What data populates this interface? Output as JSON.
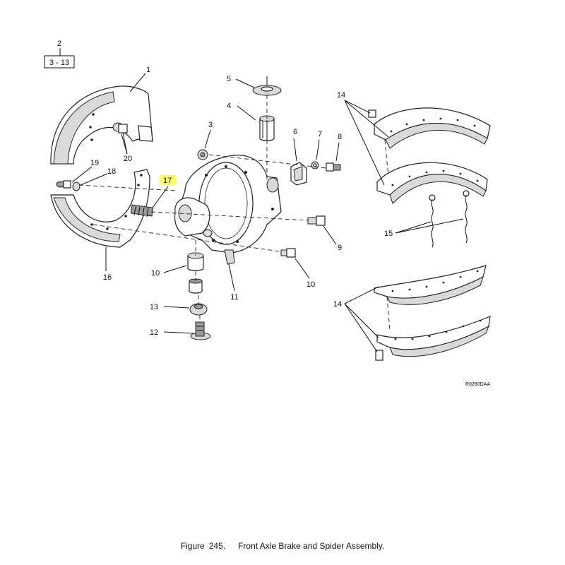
{
  "reference": {
    "top": "2",
    "bottom": "3 - 13"
  },
  "callouts": {
    "c1": "1",
    "c3": "3",
    "c4": "4",
    "c5": "5",
    "c6": "6",
    "c7": "7",
    "c8": "8",
    "c9": "9",
    "c10a": "10",
    "c10b": "10",
    "c11": "11",
    "c12": "12",
    "c13": "13",
    "c14a": "14",
    "c14b": "14",
    "c15": "15",
    "c16": "16",
    "c17": "17",
    "c18": "18",
    "c19": "19",
    "c20": "20"
  },
  "highlight_color": "#ffff66",
  "drawing_code": "R0260DAA",
  "caption": {
    "label": "Figure",
    "number": "245.",
    "title": "Front Axle Brake and Spider Assembly."
  }
}
